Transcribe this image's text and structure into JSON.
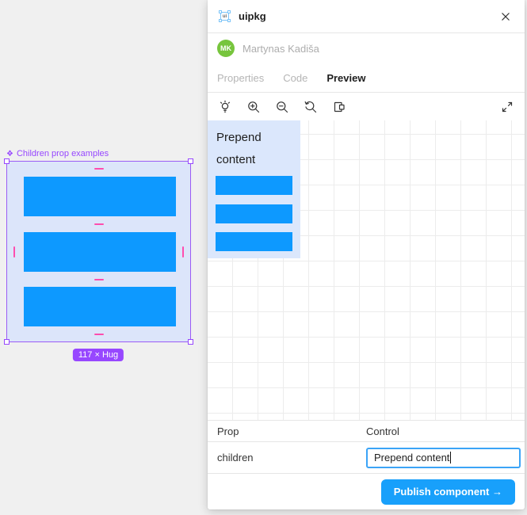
{
  "window": {
    "title": "uipkg"
  },
  "user": {
    "initials": "MK",
    "name": "Martynas Kadiša"
  },
  "tabs": {
    "properties": "Properties",
    "code": "Code",
    "preview": "Preview"
  },
  "toolbar": {
    "icons": [
      "lightbulb",
      "zoom-in",
      "zoom-out",
      "zoom-reset",
      "copy-frame",
      "expand"
    ]
  },
  "preview": {
    "component_text": "Prepend content",
    "bar_count": 3,
    "panel_bg": "#dbe7fc",
    "bar_color": "#0d99ff"
  },
  "table": {
    "header_prop": "Prop",
    "header_control": "Control",
    "row_prop": "children",
    "row_value": "Prepend content"
  },
  "footer": {
    "publish_label": "Publish component →"
  },
  "canvas": {
    "component_glyph": "❖",
    "selection_label": "Children prop examples",
    "size_badge": "117 × Hug",
    "colors": {
      "selection_purple": "#9747ff",
      "spacing_pink": "#ff4dae",
      "frame_fill": "#dce5fa",
      "bar_blue": "#0d99ff",
      "canvas_bg": "#f0f0f0",
      "accent_blue": "#18a0fb",
      "avatar_green": "#77c53d"
    }
  }
}
